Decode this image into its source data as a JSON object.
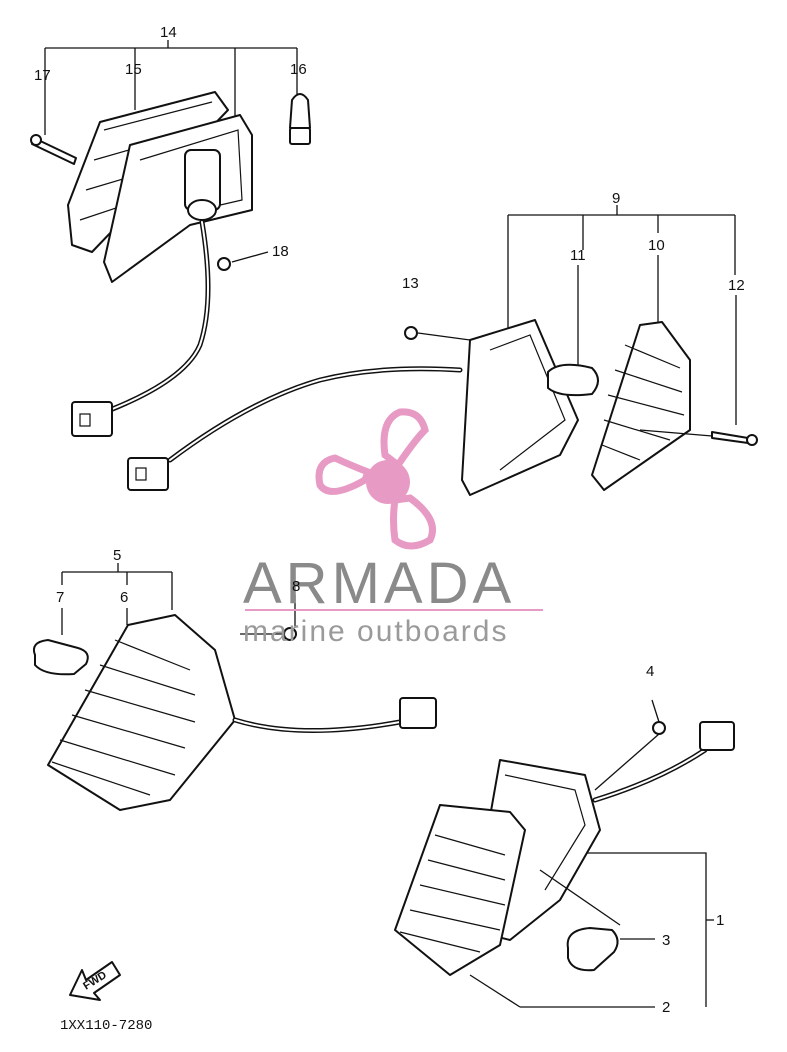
{
  "callouts": {
    "c1": "1",
    "c2": "2",
    "c3": "3",
    "c4": "4",
    "c5": "5",
    "c6": "6",
    "c7": "7",
    "c8": "8",
    "c9": "9",
    "c10": "10",
    "c11": "11",
    "c12": "12",
    "c13": "13",
    "c14": "14",
    "c15": "15",
    "c16": "16",
    "c17": "17",
    "c18": "18"
  },
  "watermark": {
    "brand": "ARMADA",
    "tagline": "marine outboards",
    "logo_color": "#e79ac3",
    "text_color": "#8a8a8a"
  },
  "diagram_code": "1XX110-7280",
  "fwd_label": "FWD"
}
